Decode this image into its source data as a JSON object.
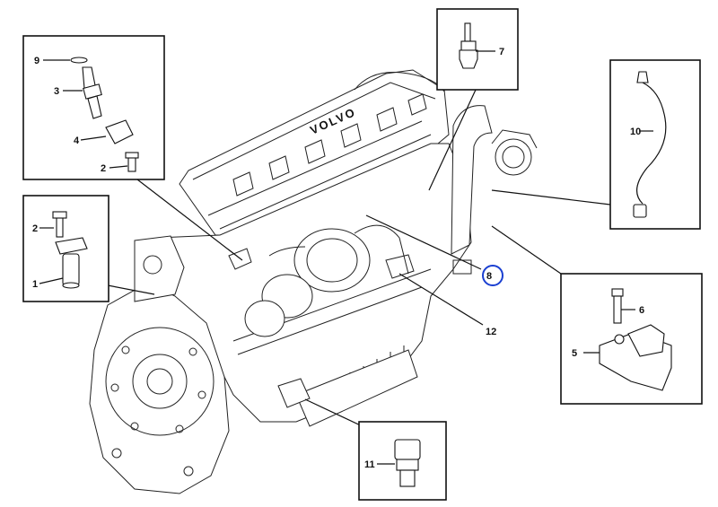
{
  "callouts": [
    {
      "id": "1",
      "text": "1"
    },
    {
      "id": "2a",
      "text": "2"
    },
    {
      "id": "2b",
      "text": "2"
    },
    {
      "id": "3",
      "text": "3"
    },
    {
      "id": "4",
      "text": "4"
    },
    {
      "id": "5",
      "text": "5"
    },
    {
      "id": "6",
      "text": "6"
    },
    {
      "id": "7",
      "text": "7"
    },
    {
      "id": "8",
      "text": "8"
    },
    {
      "id": "9",
      "text": "9"
    },
    {
      "id": "10",
      "text": "10"
    },
    {
      "id": "11",
      "text": "11"
    },
    {
      "id": "12",
      "text": "12"
    }
  ],
  "engine_cover_text": "VOLVO",
  "colors": {
    "ink": "#111111",
    "highlight": "#1a3fd1",
    "background": "#ffffff"
  }
}
